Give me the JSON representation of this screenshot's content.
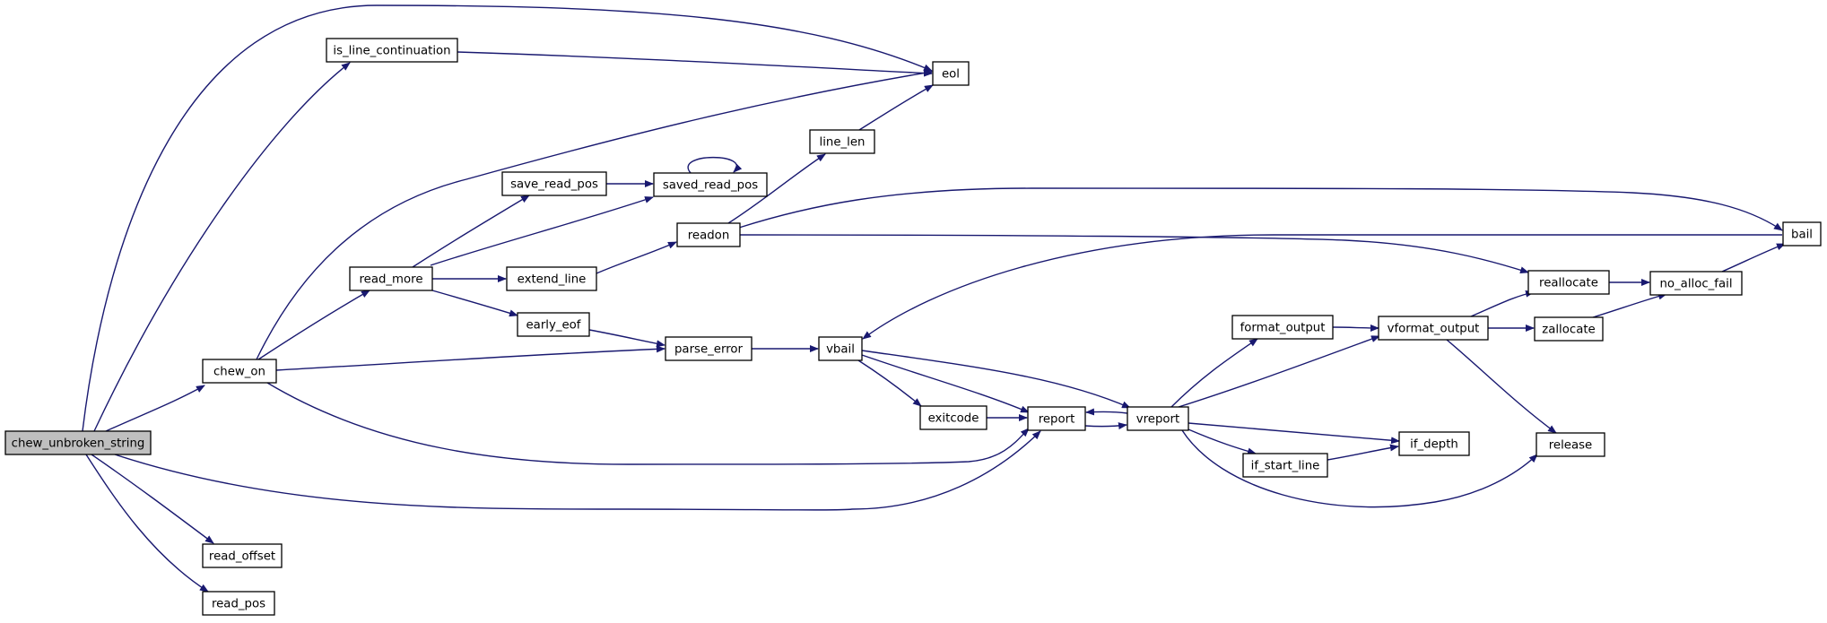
{
  "graph": {
    "edge_color": "#191970",
    "node_fill": "#ffffff",
    "focus_fill": "#bfbfbf",
    "focus_node": "chew_unbroken_string",
    "nodes": [
      {
        "id": "chew_unbroken_string",
        "label": "chew_unbroken_string"
      },
      {
        "id": "chew_on",
        "label": "chew_on"
      },
      {
        "id": "is_line_continuation",
        "label": "is_line_continuation"
      },
      {
        "id": "eol",
        "label": "eol"
      },
      {
        "id": "read_more",
        "label": "read_more"
      },
      {
        "id": "save_read_pos",
        "label": "save_read_pos"
      },
      {
        "id": "saved_read_pos",
        "label": "saved_read_pos"
      },
      {
        "id": "line_len",
        "label": "line_len"
      },
      {
        "id": "readon",
        "label": "readon"
      },
      {
        "id": "extend_line",
        "label": "extend_line"
      },
      {
        "id": "early_eof",
        "label": "early_eof"
      },
      {
        "id": "parse_error",
        "label": "parse_error"
      },
      {
        "id": "vbail",
        "label": "vbail"
      },
      {
        "id": "exitcode",
        "label": "exitcode"
      },
      {
        "id": "report",
        "label": "report"
      },
      {
        "id": "vreport",
        "label": "vreport"
      },
      {
        "id": "format_output",
        "label": "format_output"
      },
      {
        "id": "vformat_output",
        "label": "vformat_output"
      },
      {
        "id": "if_start_line",
        "label": "if_start_line"
      },
      {
        "id": "if_depth",
        "label": "if_depth"
      },
      {
        "id": "reallocate",
        "label": "reallocate"
      },
      {
        "id": "zallocate",
        "label": "zallocate"
      },
      {
        "id": "no_alloc_fail",
        "label": "no_alloc_fail"
      },
      {
        "id": "bail",
        "label": "bail"
      },
      {
        "id": "release",
        "label": "release"
      },
      {
        "id": "read_offset",
        "label": "read_offset"
      },
      {
        "id": "read_pos",
        "label": "read_pos"
      }
    ],
    "edges": [
      {
        "from": "chew_unbroken_string",
        "to": "chew_on"
      },
      {
        "from": "chew_unbroken_string",
        "to": "is_line_continuation"
      },
      {
        "from": "chew_unbroken_string",
        "to": "eol"
      },
      {
        "from": "chew_unbroken_string",
        "to": "report"
      },
      {
        "from": "chew_unbroken_string",
        "to": "read_offset"
      },
      {
        "from": "chew_unbroken_string",
        "to": "read_pos"
      },
      {
        "from": "chew_on",
        "to": "eol"
      },
      {
        "from": "chew_on",
        "to": "read_more"
      },
      {
        "from": "chew_on",
        "to": "parse_error"
      },
      {
        "from": "chew_on",
        "to": "report"
      },
      {
        "from": "is_line_continuation",
        "to": "eol"
      },
      {
        "from": "read_more",
        "to": "save_read_pos"
      },
      {
        "from": "read_more",
        "to": "saved_read_pos"
      },
      {
        "from": "read_more",
        "to": "extend_line"
      },
      {
        "from": "read_more",
        "to": "early_eof"
      },
      {
        "from": "save_read_pos",
        "to": "saved_read_pos"
      },
      {
        "from": "saved_read_pos",
        "to": "saved_read_pos"
      },
      {
        "from": "extend_line",
        "to": "readon"
      },
      {
        "from": "readon",
        "to": "line_len"
      },
      {
        "from": "readon",
        "to": "bail"
      },
      {
        "from": "readon",
        "to": "reallocate"
      },
      {
        "from": "line_len",
        "to": "eol"
      },
      {
        "from": "early_eof",
        "to": "parse_error"
      },
      {
        "from": "parse_error",
        "to": "vbail"
      },
      {
        "from": "vbail",
        "to": "exitcode"
      },
      {
        "from": "vbail",
        "to": "report"
      },
      {
        "from": "vbail",
        "to": "vreport"
      },
      {
        "from": "exitcode",
        "to": "report"
      },
      {
        "from": "report",
        "to": "vreport"
      },
      {
        "from": "vreport",
        "to": "report"
      },
      {
        "from": "vreport",
        "to": "format_output"
      },
      {
        "from": "vreport",
        "to": "vformat_output"
      },
      {
        "from": "vreport",
        "to": "if_start_line"
      },
      {
        "from": "vreport",
        "to": "if_depth"
      },
      {
        "from": "vreport",
        "to": "release"
      },
      {
        "from": "format_output",
        "to": "vformat_output"
      },
      {
        "from": "vformat_output",
        "to": "reallocate"
      },
      {
        "from": "vformat_output",
        "to": "zallocate"
      },
      {
        "from": "vformat_output",
        "to": "release"
      },
      {
        "from": "if_start_line",
        "to": "if_depth"
      },
      {
        "from": "reallocate",
        "to": "no_alloc_fail"
      },
      {
        "from": "zallocate",
        "to": "no_alloc_fail"
      },
      {
        "from": "no_alloc_fail",
        "to": "bail"
      },
      {
        "from": "bail",
        "to": "vbail"
      }
    ]
  }
}
